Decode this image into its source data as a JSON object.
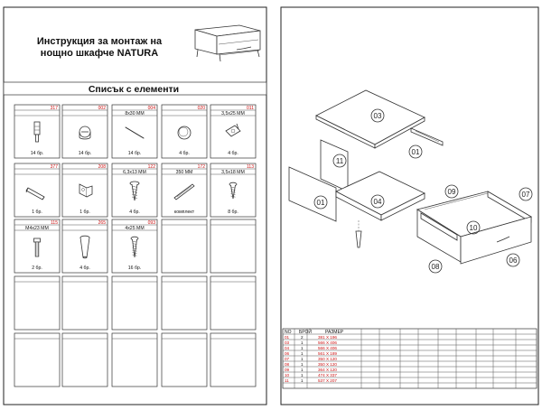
{
  "header": {
    "title_line1": "Инструкция за монтаж на",
    "title_line2": "нощно шкафче NATURA"
  },
  "list_title": "Списък с елементи",
  "components": [
    {
      "code": "317",
      "size": "",
      "qty": "14 бр.",
      "icon": "dowel-bolt-icon"
    },
    {
      "code": "002",
      "size": "",
      "qty": "14 бр.",
      "icon": "cam-lock-icon"
    },
    {
      "code": "004",
      "size": "8x30 MM",
      "qty": "14 бр.",
      "icon": "wooden-dowel-icon"
    },
    {
      "code": "020",
      "size": "",
      "qty": "4 бр.",
      "icon": "plastic-cap-icon"
    },
    {
      "code": "011",
      "size": "3,5x25 MM",
      "qty": "4 бр.",
      "icon": "hinge-screw-icon"
    },
    {
      "code": "377",
      "size": "",
      "qty": "1 бр.",
      "icon": "drawer-handle-icon"
    },
    {
      "code": "208",
      "size": "",
      "qty": "1 бр.",
      "icon": "corner-bracket-icon"
    },
    {
      "code": "122",
      "size": "6,3x13 MM",
      "qty": "4 бр.",
      "icon": "wood-screw-icon"
    },
    {
      "code": "172",
      "size": "350 MM",
      "qty": "комплект",
      "icon": "drawer-slide-icon"
    },
    {
      "code": "113",
      "size": "3,5x18 MM",
      "qty": "8 бр.",
      "icon": "short-screw-icon"
    },
    {
      "code": "115",
      "size": "M4x23 MM",
      "qty": "2 бр.",
      "icon": "machine-screw-icon"
    },
    {
      "code": "265",
      "size": "",
      "qty": "4 бр.",
      "icon": "furniture-leg-icon"
    },
    {
      "code": "093",
      "size": "4x25 MM",
      "qty": "16 бр.",
      "icon": "long-screw-icon"
    }
  ],
  "parts_labels": {
    "p01a": "01",
    "p03": "03",
    "p11": "11",
    "p01b": "01",
    "p04": "04",
    "p09": "09",
    "p07": "07",
    "p10": "10",
    "p08": "08",
    "p06": "06"
  },
  "parts_table": {
    "headers": [
      "NO",
      "БРОЙ",
      "РАЗМЕР"
    ],
    "rows": [
      {
        "no": "01",
        "qty": "2",
        "size": "381 X 196"
      },
      {
        "no": "03",
        "qty": "1",
        "size": "566 X 406"
      },
      {
        "no": "04",
        "qty": "1",
        "size": "566 X 406"
      },
      {
        "no": "06",
        "qty": "1",
        "size": "561 X 189"
      },
      {
        "no": "07",
        "qty": "1",
        "size": "350 X 120"
      },
      {
        "no": "08",
        "qty": "1",
        "size": "350 X 120"
      },
      {
        "no": "09",
        "qty": "1",
        "size": "364 X 120"
      },
      {
        "no": "10",
        "qty": "1",
        "size": "474 X 337"
      },
      {
        "no": "11",
        "qty": "1",
        "size": "537 X 207"
      }
    ]
  }
}
